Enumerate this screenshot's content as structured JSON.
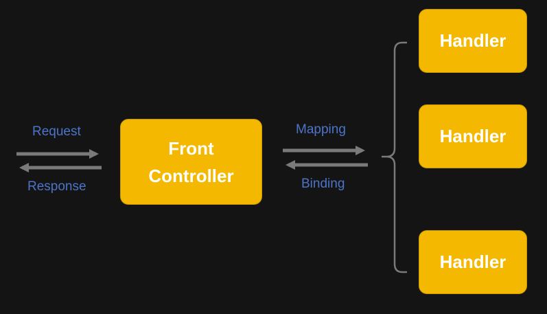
{
  "front_controller": {
    "line1": "Front",
    "line2": "Controller"
  },
  "handlers": [
    "Handler",
    "Handler",
    "Handler"
  ],
  "labels": {
    "request": "Request",
    "response": "Response",
    "mapping": "Mapping",
    "binding": "Binding"
  },
  "colors": {
    "background": "#141414",
    "box_fill": "#f5b800",
    "label_text": "#4d74c9",
    "arrow": "#7a7a7a"
  }
}
